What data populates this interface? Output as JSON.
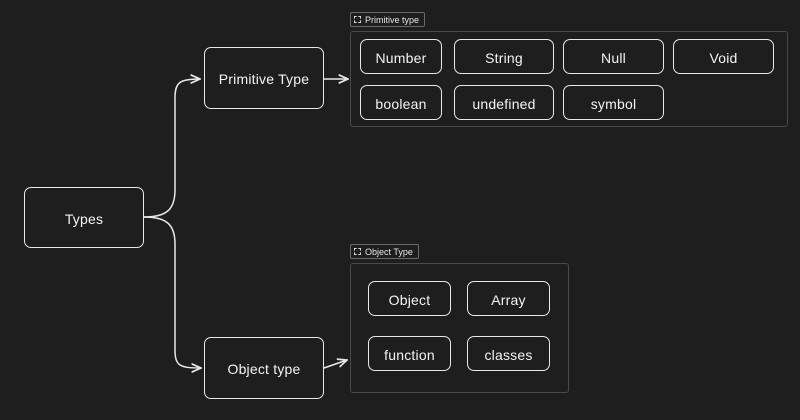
{
  "diagram": {
    "root": {
      "label": "Types"
    },
    "branches": [
      {
        "label": "Primitive Type",
        "frame_title": "Primitive type",
        "items": [
          "Number",
          "String",
          "Null",
          "Void",
          "boolean",
          "undefined",
          "symbol"
        ]
      },
      {
        "label": "Object type",
        "frame_title": "Object Type",
        "items": [
          "Object",
          "Array",
          "function",
          "classes"
        ]
      }
    ]
  },
  "colors": {
    "background": "#1e1e1e",
    "stroke": "#e8e8e8",
    "frame_border": "#4a4a4a",
    "text": "#f4f4f4"
  }
}
